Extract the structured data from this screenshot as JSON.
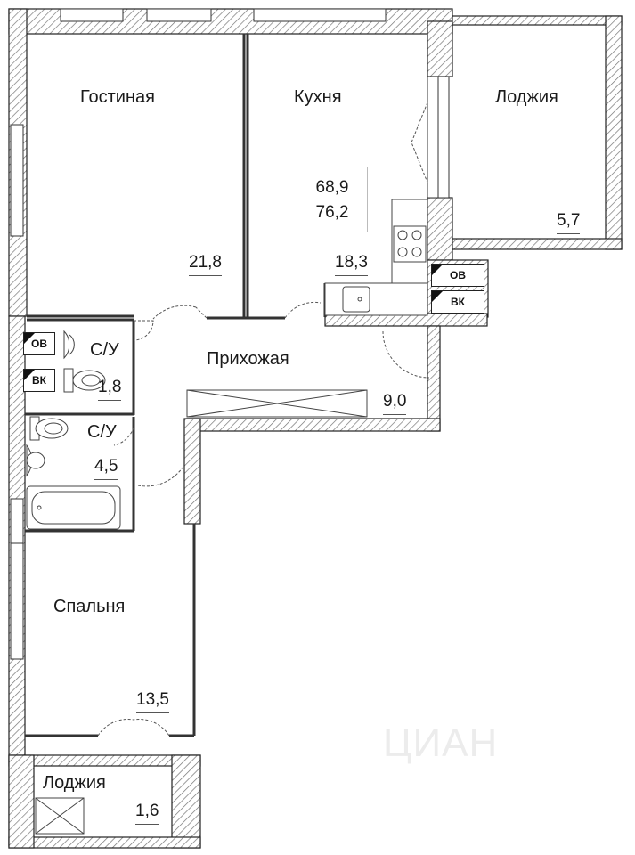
{
  "rooms": {
    "living": {
      "name": "Гостиная",
      "area": "21,8"
    },
    "kitchen": {
      "name": "Кухня",
      "area": "18,3"
    },
    "loggia_big": {
      "name": "Лоджия",
      "area": "5,7"
    },
    "hallway": {
      "name": "Прихожая",
      "area": "9,0"
    },
    "bath_small": {
      "name": "С/У",
      "area": "1,8"
    },
    "bath_big": {
      "name": "С/У",
      "area": "4,5"
    },
    "bedroom": {
      "name": "Спальня",
      "area": "13,5"
    },
    "loggia_small": {
      "name": "Лоджия",
      "area": "1,6"
    }
  },
  "totals": {
    "living_area": "68,9",
    "total_area": "76,2"
  },
  "shafts": {
    "ov": "ОВ",
    "vk": "ВК"
  },
  "watermark": "ЦИАН",
  "colors": {
    "wall": "#1f1f1f",
    "hatch": "#888888",
    "line": "#444444"
  }
}
